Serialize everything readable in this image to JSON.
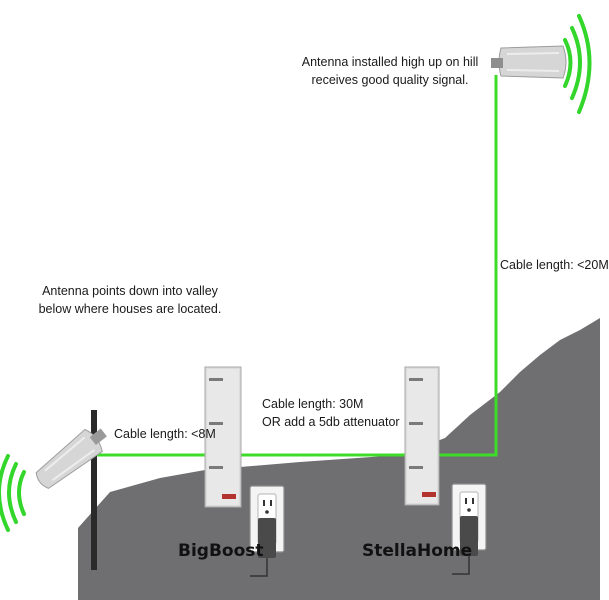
{
  "annotations": {
    "hill_antenna": {
      "line1": "Antenna installed high up on hill",
      "line2": "receives good quality signal."
    },
    "valley_antenna": {
      "line1": "Antenna points down into valley",
      "line2": "below where houses are located."
    },
    "cable_right": "Cable length: <20M",
    "cable_middle": {
      "line1": "Cable length: 30M",
      "line2": "OR add a 5db attenuator"
    },
    "cable_left": "Cable length: <8M"
  },
  "devices": {
    "left": "BigBoost",
    "right": "StellaHome"
  },
  "colors": {
    "cable": "#3cdc28",
    "hill": "#6f6f72",
    "signal": "#33d62a",
    "booster": "#dcdcdc",
    "outlet": "#f4f4f4"
  },
  "icons": [
    "yagi-antenna-icon",
    "signal-waves-icon",
    "booster-icon",
    "power-outlet-icon",
    "power-adapter-icon"
  ]
}
